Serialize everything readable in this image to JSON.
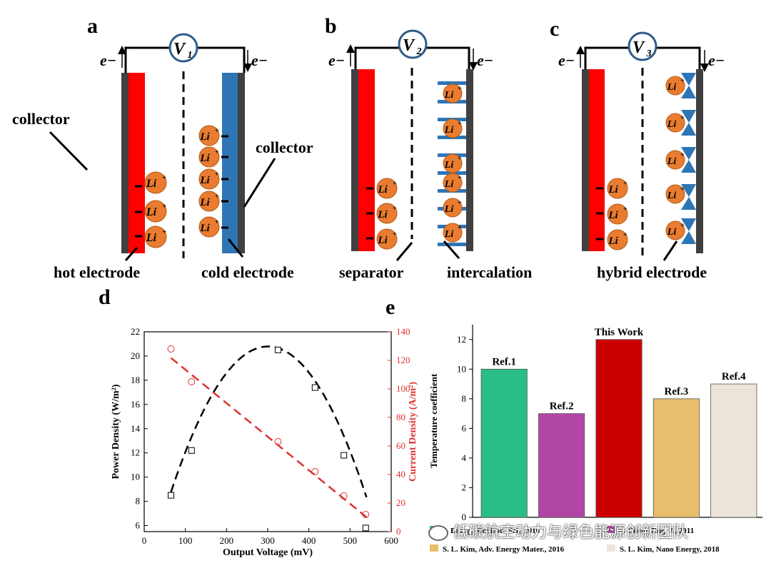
{
  "panels": {
    "a": {
      "letter": "a",
      "voltmeter": "V",
      "voltmeter_sub": "1",
      "electron": "e−",
      "collector_left": "collector",
      "collector_right": "collector",
      "hot": "hot electrode",
      "cold": "cold electrode"
    },
    "b": {
      "letter": "b",
      "voltmeter": "V",
      "voltmeter_sub": "2",
      "electron": "e−",
      "separator": "separator",
      "intercalation": "intercalation"
    },
    "c": {
      "letter": "c",
      "voltmeter": "V",
      "voltmeter_sub": "3",
      "electron": "e−",
      "hybrid": "hybrid electrode"
    },
    "d": {
      "letter": "d"
    },
    "e": {
      "letter": "e"
    }
  },
  "ion_label": "Li",
  "ion_charge": "+",
  "colors": {
    "hot": "#ff0000",
    "cold": "#2e75b6",
    "collector": "#404040",
    "ion": "#e97c30",
    "voltmeter": "#2e5c8a"
  },
  "watermark": "低碳航空动力与绿色能源创新团队",
  "chart_data": [
    {
      "type": "scatter",
      "xlabel": "Output Voltage (mV)",
      "ylabel": "Power Density (W/m²)",
      "ylabel2": "Current Density (A/m²)",
      "xlim": [
        0,
        600
      ],
      "ylim": [
        5.5,
        22
      ],
      "ylim2": [
        0,
        140
      ],
      "x_ticks": [
        0,
        100,
        200,
        300,
        400,
        500,
        600
      ],
      "y_ticks": [
        6,
        8,
        10,
        12,
        14,
        16,
        18,
        20,
        22
      ],
      "y2_ticks": [
        0,
        20,
        40,
        60,
        80,
        100,
        120,
        140
      ],
      "series": [
        {
          "axis": "left",
          "color": "#000000",
          "marker": "square",
          "x": [
            65,
            115,
            325,
            415,
            485,
            538
          ],
          "y": [
            8.5,
            12.2,
            20.5,
            17.4,
            11.8,
            5.8
          ]
        },
        {
          "axis": "right",
          "color": "#e03030",
          "marker": "circle",
          "x": [
            65,
            115,
            325,
            415,
            485,
            538
          ],
          "y": [
            128,
            105,
            63,
            42,
            25,
            12
          ]
        }
      ],
      "fits": [
        {
          "axis": "left",
          "color": "#000000",
          "kind": "quadratic",
          "x": [
            65,
            540
          ],
          "coef": [
            1.2,
            0.1304,
            -0.000217
          ]
        },
        {
          "axis": "right",
          "color": "#e03030",
          "kind": "linear",
          "x": [
            65,
            540
          ],
          "coef": [
            137,
            -0.235
          ]
        }
      ]
    },
    {
      "type": "bar",
      "ylabel": "Temperature coefficient",
      "ylim": [
        0,
        13
      ],
      "y_ticks": [
        0,
        2,
        4,
        6,
        8,
        10,
        12
      ],
      "categories": [
        "Ref.1",
        "Ref.2",
        "This Work",
        "Ref.3",
        "Ref.4"
      ],
      "values": [
        10,
        7,
        12,
        8,
        9
      ],
      "colors": [
        "#2bbd88",
        "#b146a6",
        "#cc0000",
        "#e8be6c",
        "#ece4d8"
      ],
      "legend": [
        {
          "text": "... Energy Environ. Sci., 2016",
          "color": "#2bbd88"
        },
        {
          "text": "... Chem. Eng. J., 2011",
          "color": "#b146a6"
        },
        {
          "text": "S. L. Kim, Adv. Energy Mater., 2016",
          "color": "#e8be6c"
        },
        {
          "text": "S. L. Kim, Nano Energy, 2018",
          "color": "#ece4d8"
        }
      ]
    }
  ]
}
